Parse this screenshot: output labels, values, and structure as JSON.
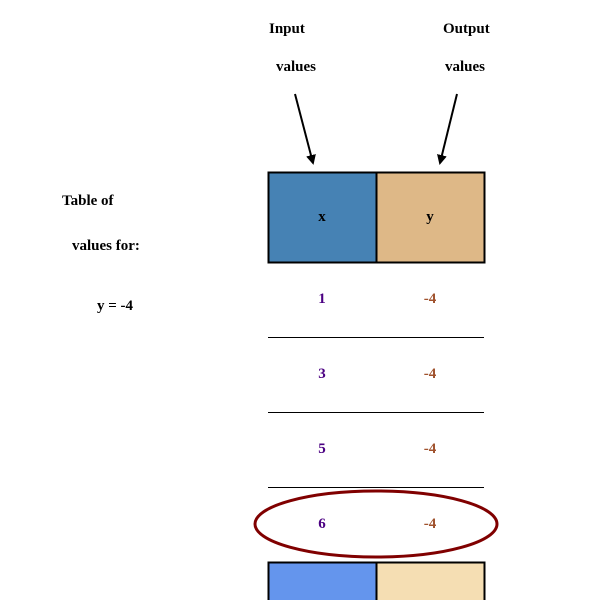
{
  "side_label": {
    "line1": "Table of",
    "line2": "values for:",
    "equation": "y = -4"
  },
  "top_labels": {
    "input_line1": "Input",
    "input_line2": "values",
    "output_line1": "Output",
    "output_line2": "values"
  },
  "table": {
    "headers": [
      "x",
      "y"
    ],
    "rows": [
      {
        "x": "1",
        "y": "-4"
      },
      {
        "x": "3",
        "y": "-4"
      },
      {
        "x": "5",
        "y": "-4"
      },
      {
        "x": "6",
        "y": "-4"
      }
    ],
    "highlighted_row": 3
  },
  "colors": {
    "x_header": "#4682b4",
    "y_header": "#deb887",
    "x_values": "#4b0082",
    "y_values": "#a0522d",
    "highlight": "#800000",
    "x_footer": "#6495ed",
    "y_footer": "#f5deb3"
  }
}
